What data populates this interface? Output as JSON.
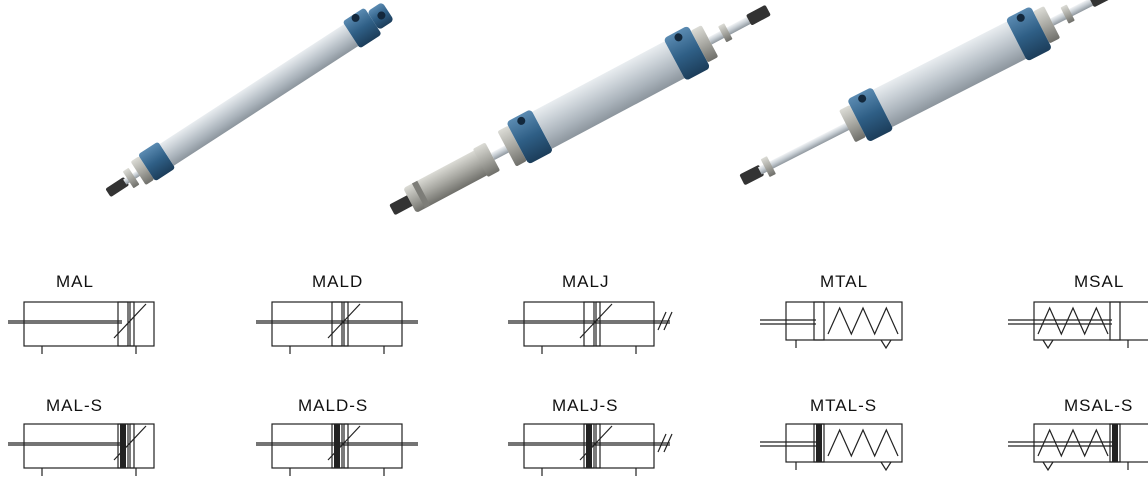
{
  "products": [
    {
      "name": "cylinder-photo-single-rod"
    },
    {
      "name": "cylinder-photo-double-rod-adjustable"
    },
    {
      "name": "cylinder-photo-through-rod"
    }
  ],
  "symbols": [
    {
      "label": "MAL",
      "kind": "single"
    },
    {
      "label": "MALD",
      "kind": "double"
    },
    {
      "label": "MALJ",
      "kind": "adjust"
    },
    {
      "label": "MTAL",
      "kind": "spring-pull"
    },
    {
      "label": "MSAL",
      "kind": "spring-push"
    },
    {
      "label": "MAL-S",
      "kind": "single-s"
    },
    {
      "label": "MALD-S",
      "kind": "double-s"
    },
    {
      "label": "MALJ-S",
      "kind": "adjust-s"
    },
    {
      "label": "MTAL-S",
      "kind": "spring-pull-s"
    },
    {
      "label": "MSAL-S",
      "kind": "spring-push-s"
    }
  ],
  "colors": {
    "barrel": "#b9c2cb",
    "cap": "#2f5f86",
    "rod": "#c9cfd4",
    "nut": "#9a9a96",
    "line": "#222222"
  }
}
